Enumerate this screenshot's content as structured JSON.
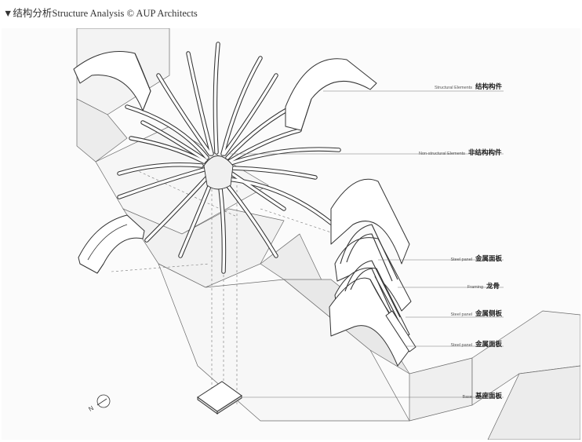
{
  "caption": "▼结构分析Structure Analysis © AUP Architects",
  "colors": {
    "line": "#333333",
    "shade": "#eeeeee",
    "paper": "#fbfbfb"
  },
  "compass": {
    "letter": "N"
  },
  "labels": [
    {
      "en": "Structural Elements",
      "zh": "结构构件"
    },
    {
      "en": "Non-structural Elements",
      "zh": "非结构构件"
    },
    {
      "en": "Steel panel",
      "zh": "金属面板"
    },
    {
      "en": "Framing",
      "zh": "龙骨"
    },
    {
      "en": "Steel panel",
      "zh": "金属侧板"
    },
    {
      "en": "Steel panel",
      "zh": "金属面板"
    },
    {
      "en": "Base",
      "zh": "基座面板"
    }
  ]
}
